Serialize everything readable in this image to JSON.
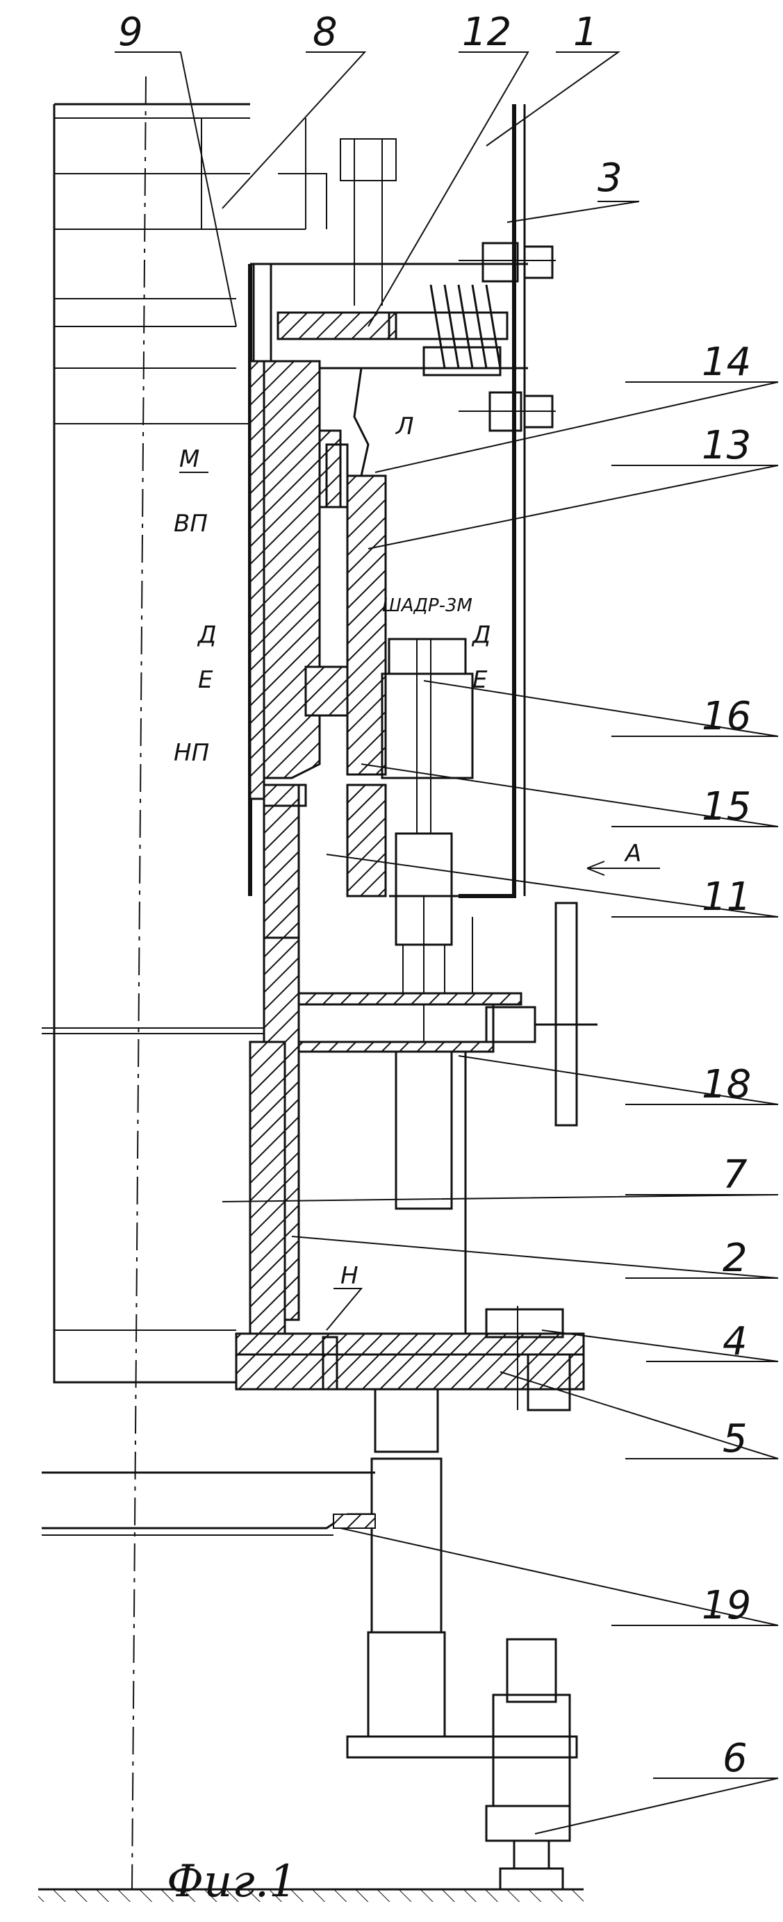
{
  "callouts": [
    "9",
    "8",
    "12",
    "1",
    "3",
    "14",
    "13",
    "16",
    "15",
    "11",
    "18",
    "7",
    "2",
    "4",
    "5",
    "19",
    "6"
  ],
  "section_labels": {
    "m": "М",
    "vp": "ВП",
    "d": "Д",
    "e": "Е",
    "np": "НП",
    "l": "Л",
    "shadr": "ШАДР-3М",
    "a": "А",
    "h": "Н"
  },
  "caption": "Фиг.1"
}
